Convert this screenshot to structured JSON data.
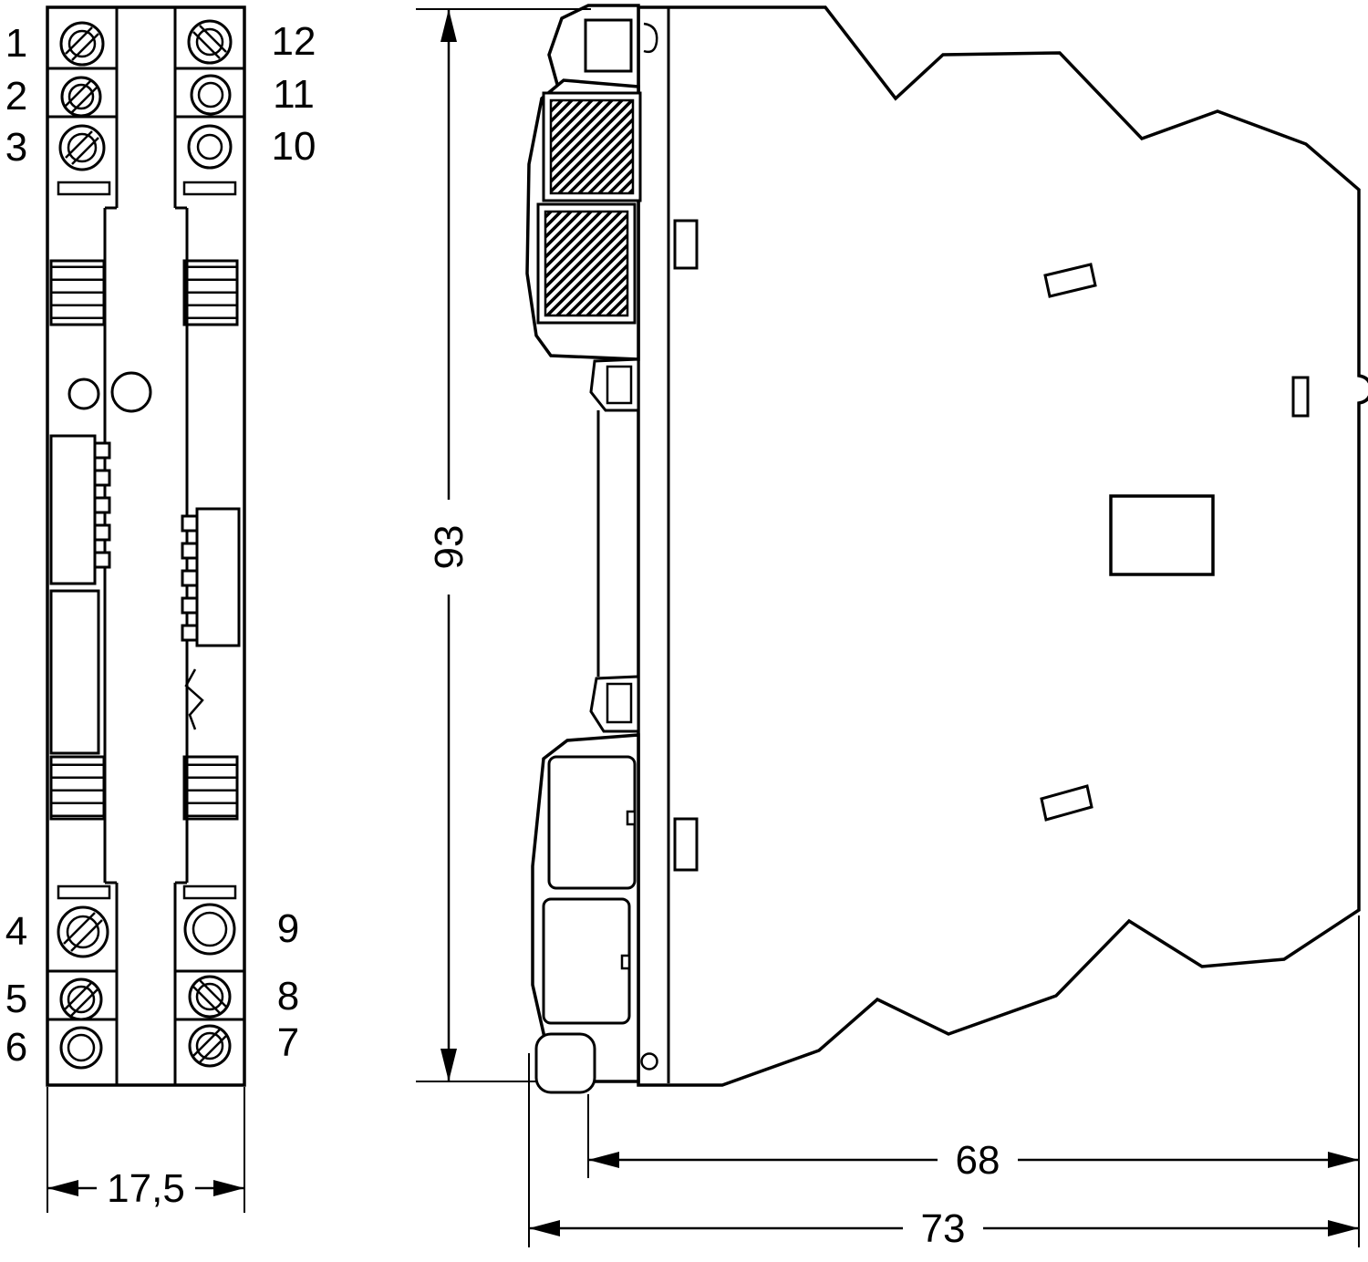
{
  "page": {
    "background": "#ffffff",
    "line_color": "#000000"
  },
  "front_view": {
    "name": "front-view",
    "terminals_top_left": [
      "1",
      "2",
      "3"
    ],
    "terminals_bottom_left": [
      "4",
      "5",
      "6"
    ],
    "terminals_top_right": [
      "12",
      "11",
      "10"
    ],
    "terminals_bottom_right": [
      "9",
      "8",
      "7"
    ],
    "width_dim": "17,5"
  },
  "side_view": {
    "name": "side-view",
    "height_dim": "93",
    "depth_dim_inner": "68",
    "depth_dim_overall": "73"
  }
}
